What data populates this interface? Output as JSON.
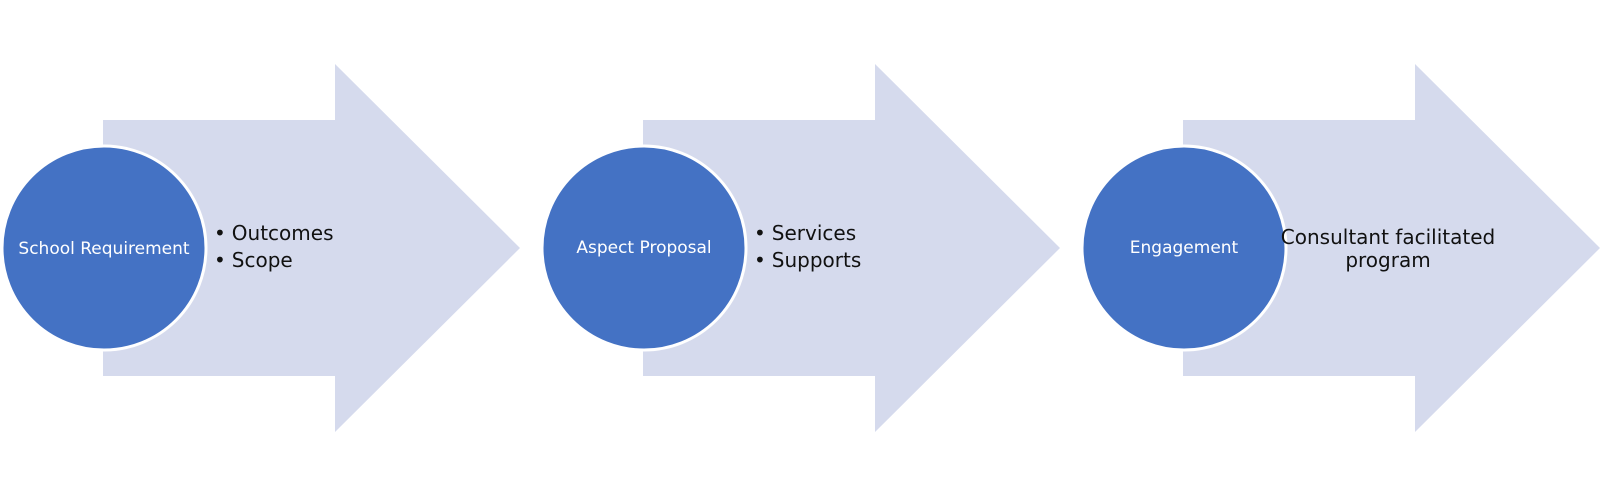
{
  "colors": {
    "arrow_fill": "#d5daed",
    "circle_fill": "#4472c4",
    "circle_stroke": "#ffffff",
    "circle_text": "#ffffff",
    "body_text": "#111111"
  },
  "steps": [
    {
      "circle_label": "School Requirement",
      "bullets": [
        "Outcomes",
        "Scope"
      ],
      "text": ""
    },
    {
      "circle_label": "Aspect Proposal",
      "bullets": [
        "Services",
        "Supports"
      ],
      "text": ""
    },
    {
      "circle_label": "Engagement",
      "bullets": [],
      "text": "Consultant facilitated program"
    }
  ]
}
